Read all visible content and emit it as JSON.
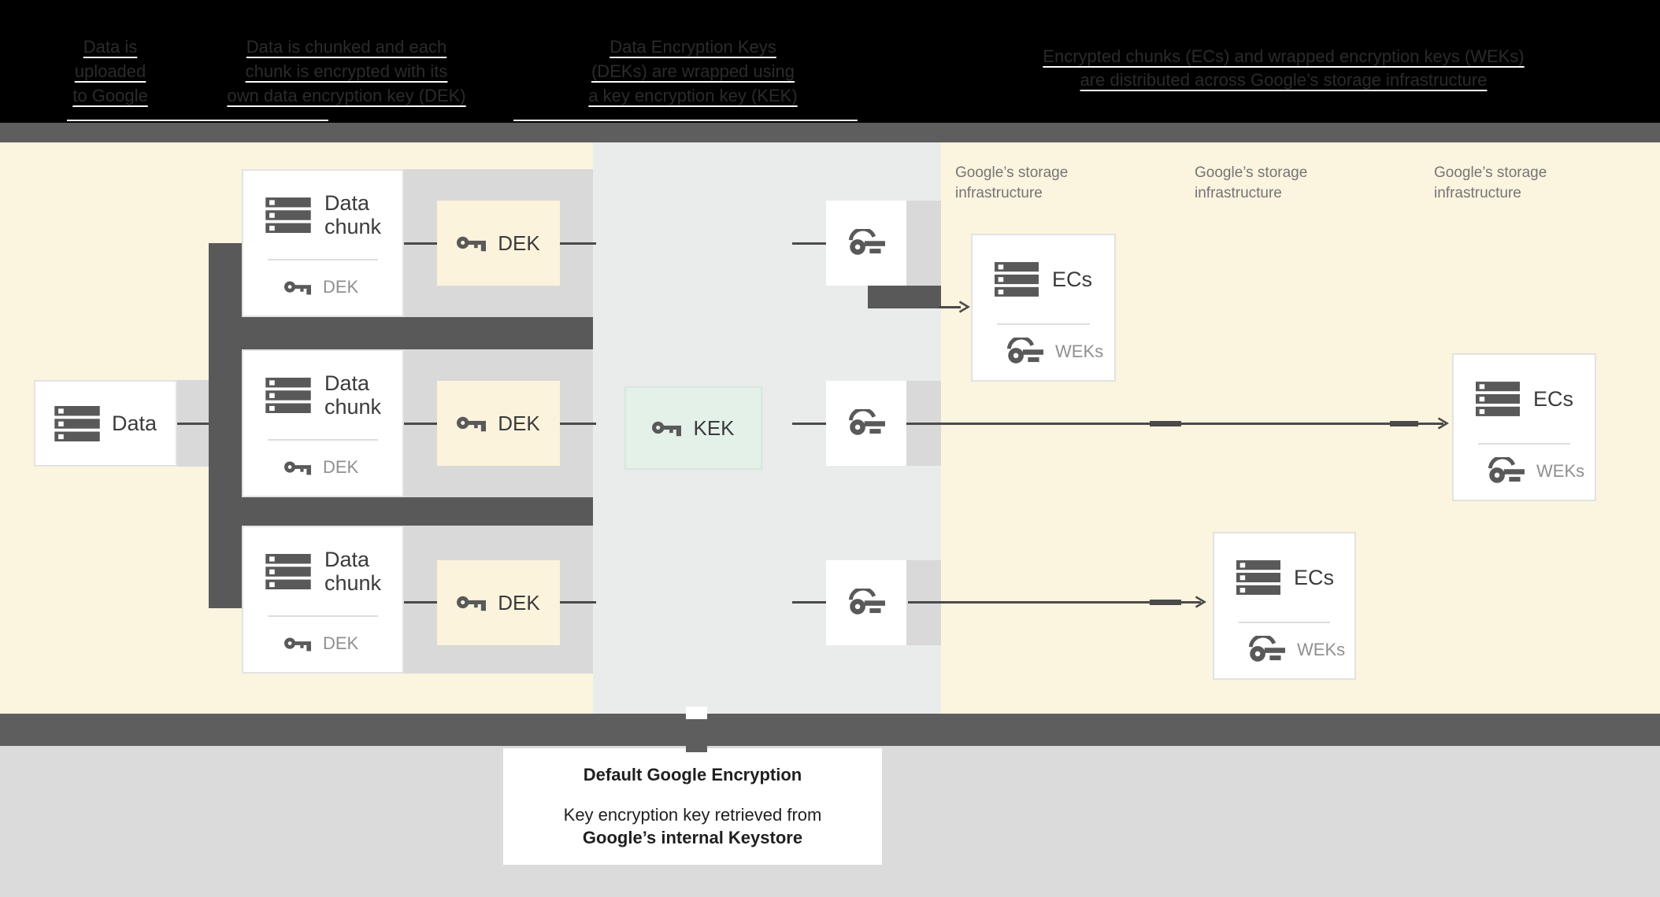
{
  "header": {
    "columns": [
      {
        "lines": [
          "Data is",
          "uploaded",
          "to Google"
        ]
      },
      {
        "lines": [
          "Data is chunked and each",
          "chunk is encrypted with its",
          "own data encryption key (DEK)"
        ]
      },
      {
        "lines": [
          "Data Encryption Keys",
          "(DEKs) are wrapped using",
          "a key encryption key (KEK)"
        ]
      },
      {
        "lines": [
          "Encrypted chunks (ECs) and wrapped encryption keys (WEKs)",
          "are distributed across Google’s storage infrastructure"
        ]
      }
    ]
  },
  "diagram": {
    "data_box": {
      "label": "Data"
    },
    "chunk_boxes": [
      {
        "label": "Data chunk",
        "key_label": "DEK"
      },
      {
        "label": "Data chunk",
        "key_label": "DEK"
      },
      {
        "label": "Data chunk",
        "key_label": "DEK"
      }
    ],
    "dek_boxes": [
      {
        "label": "DEK"
      },
      {
        "label": "DEK"
      },
      {
        "label": "DEK"
      }
    ],
    "kek_box": {
      "label": "KEK"
    },
    "storage_labels": [
      {
        "text": "Google’s storage infrastructure"
      },
      {
        "text": "Google’s storage infrastructure"
      },
      {
        "text": "Google’s storage infrastructure"
      }
    ],
    "ecs_boxes": [
      {
        "label": "ECs",
        "key_label": "WEKs"
      },
      {
        "label": "ECs",
        "key_label": "WEKs"
      },
      {
        "label": "ECs",
        "key_label": "WEKs"
      }
    ]
  },
  "callout": {
    "title": "Default Google Encryption",
    "line1": "Key encryption key retrieved from",
    "line2": "Google’s internal Keystore"
  },
  "colors": {
    "header_black": "#000000",
    "band_gray": "#5E5E5E",
    "background_cream": "#FBF4DF",
    "kek_column_gray": "#E9ECEB",
    "row_band_gray": "#D9D9D9",
    "dek_box_cream": "#FCF3DC",
    "kek_box_green": "#E3F1E9",
    "connector_dark_gray": "#595959",
    "footer_gray": "#DBDBDB"
  }
}
